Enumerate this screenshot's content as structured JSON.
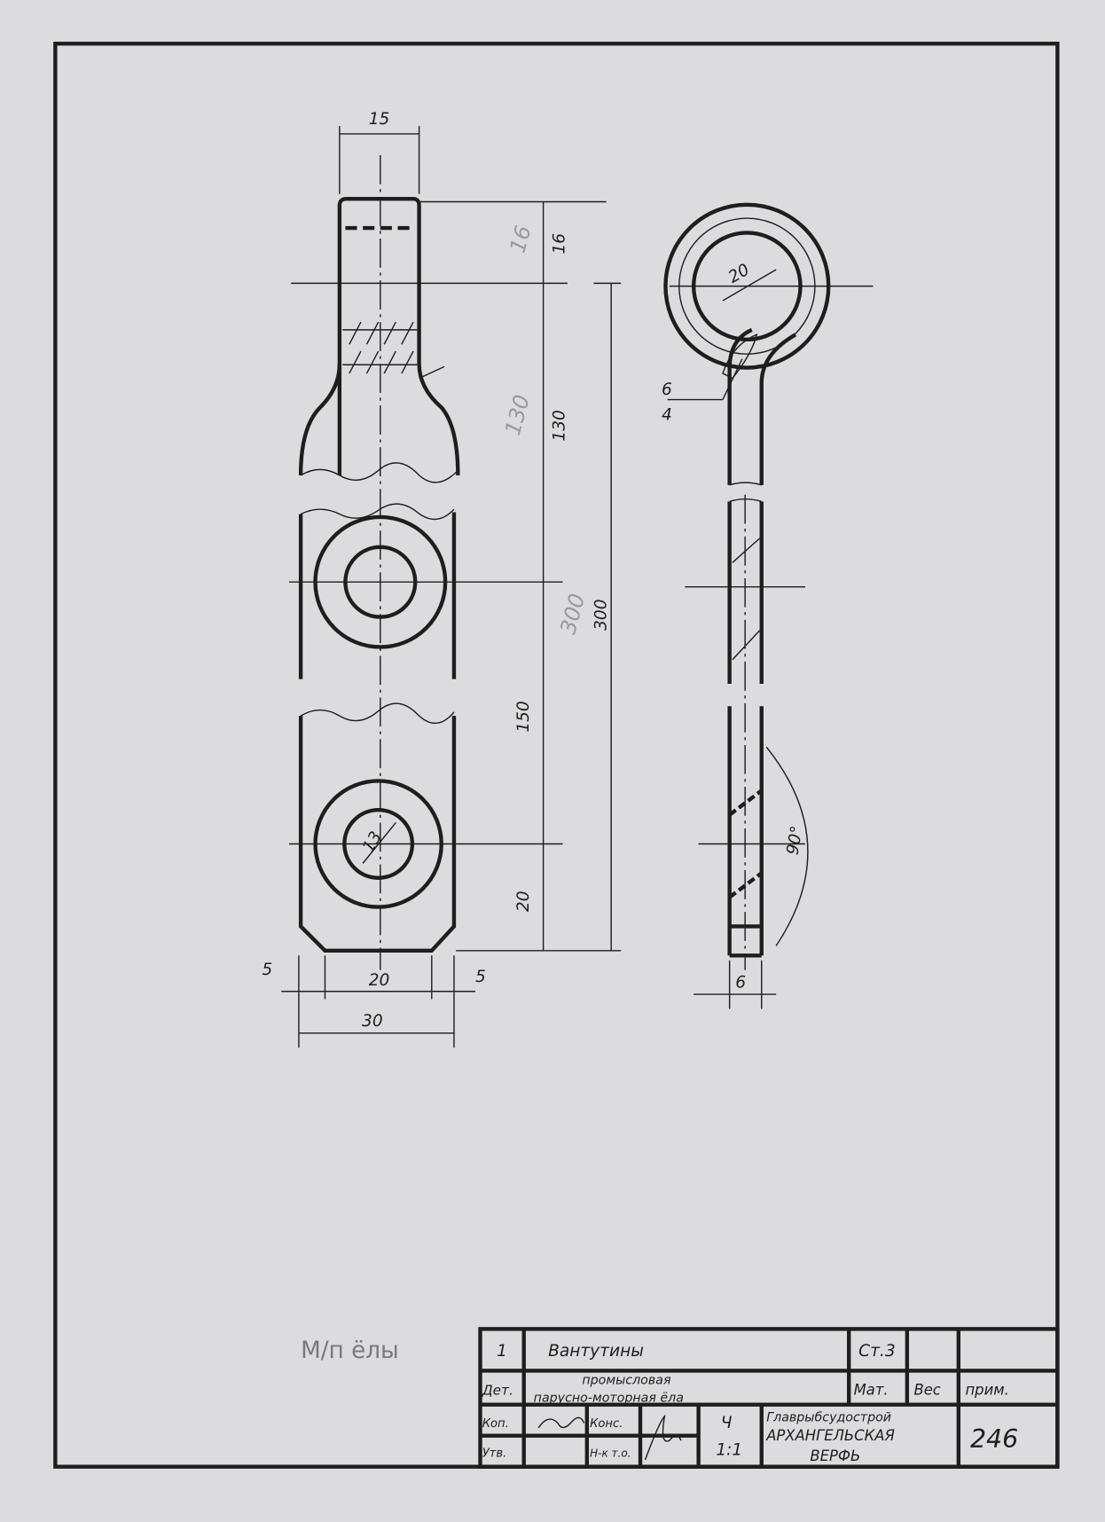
{
  "drawing": {
    "dimensions": {
      "tab_width": "15",
      "tab_length": "16",
      "neck_length": "130",
      "total_length": "300",
      "hole_spacing": "150",
      "end_distance": "20",
      "chamfer_left": "5",
      "flat_width": "20",
      "chamfer_right": "5",
      "overall_width": "30",
      "ring_diameter": "20",
      "weld_top": "6",
      "weld_bottom": "4",
      "hole_diameter": "13",
      "bend_angle": "90°",
      "thickness": "6"
    },
    "pencil_notes": {
      "tab_length": "16",
      "neck_length": "130",
      "total_length": "300"
    },
    "margin_note": "М/п ёлы"
  },
  "title_block": {
    "quantity": "1",
    "part_name": "Вантутины",
    "material": "Ст.3",
    "label_detail": "Дет.",
    "vessel_line1": "промысловая",
    "vessel_line2": "парусно-моторная ёла",
    "label_material": "Мат.",
    "label_weight": "Вес",
    "label_note": "прим.",
    "label_drawn": "Коп.",
    "label_checked": "Конс.",
    "label_approved": "Утв.",
    "label_tech": "Н-к т.о.",
    "sheet_mark": "Ч",
    "scale": "1:1",
    "org_line1": "Главрыбсудострой",
    "org_line2": "АРХАНГЕЛЬСКАЯ",
    "org_line3": "ВЕРФЬ",
    "drawing_number": "246"
  }
}
